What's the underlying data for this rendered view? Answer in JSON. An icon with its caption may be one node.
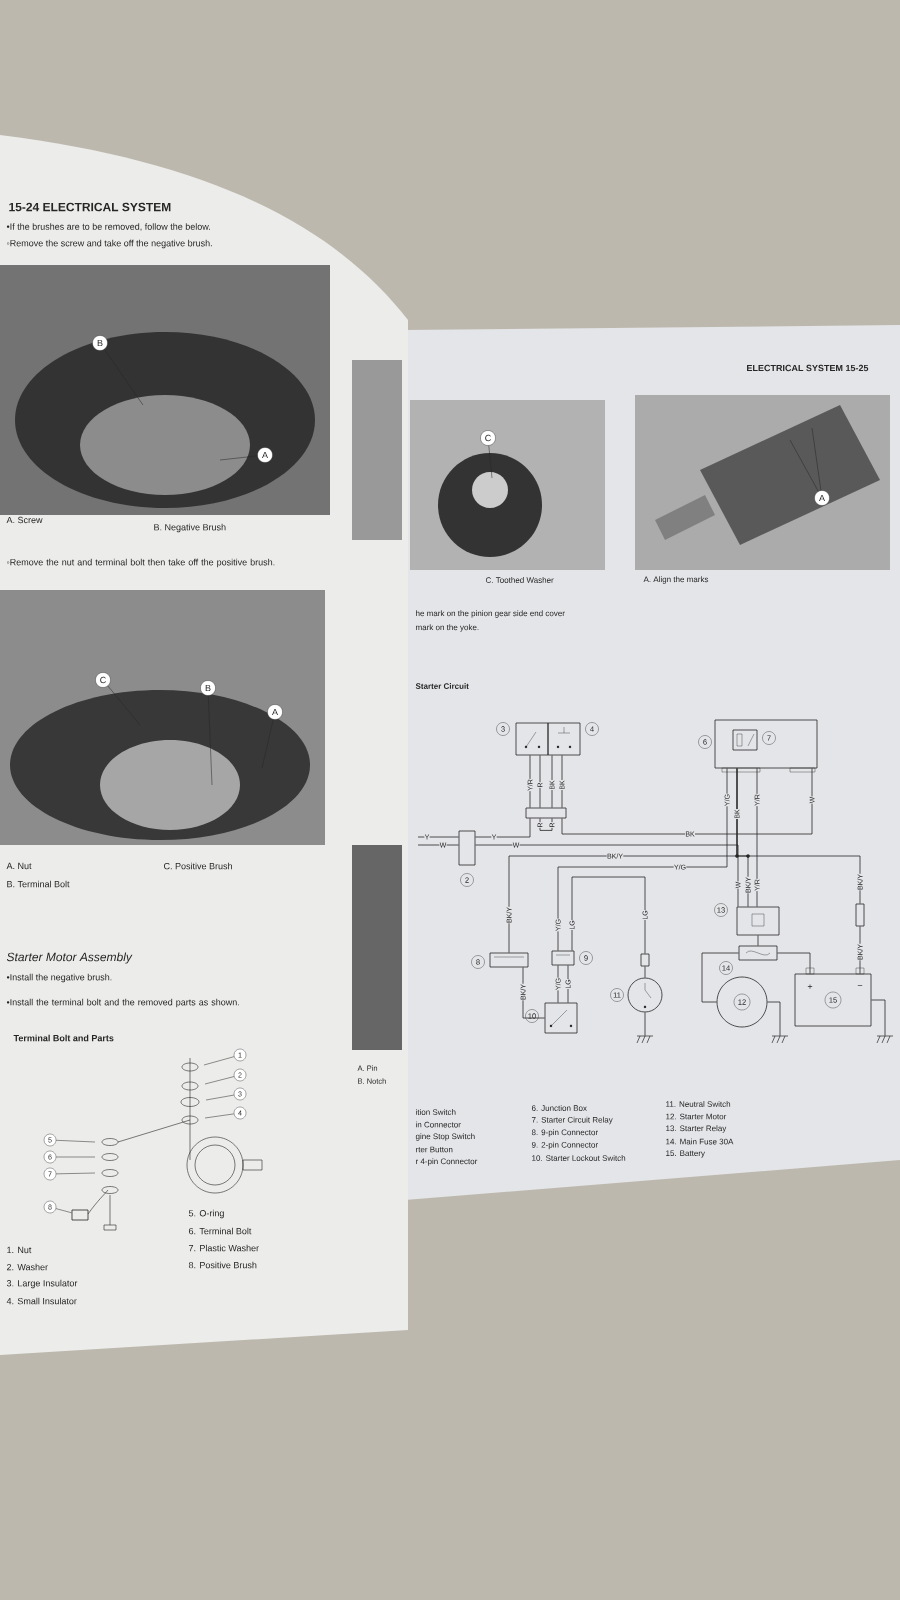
{
  "diagram": {
    "nodes": [
      {
        "text": [
          "B"
        ]
      },
      {
        "text": [
          "A"
        ]
      },
      {
        "text": [
          "C"
        ]
      },
      {
        "text": [
          "B"
        ]
      },
      {
        "text": [
          "A"
        ]
      },
      {
        "text": [
          "1"
        ]
      },
      {
        "text": [
          "2"
        ]
      },
      {
        "text": [
          "3"
        ]
      },
      {
        "text": [
          "4"
        ]
      },
      {
        "text": [
          "5"
        ]
      },
      {
        "text": [
          "6"
        ]
      },
      {
        "text": [
          "7"
        ]
      },
      {
        "text": [
          "8"
        ]
      },
      {
        "text": [
          "C"
        ]
      },
      {
        "text": [
          "A"
        ]
      },
      {
        "text": [],
        "shape": "box",
        "beside": [
          "3"
        ]
      },
      {
        "text": [],
        "shape": "box",
        "beside": [
          "4"
        ]
      },
      {
        "text": [],
        "shape": "box"
      },
      {
        "text": [],
        "shape": "box",
        "beside": [
          "2"
        ]
      },
      {
        "text": [],
        "shape": "box",
        "beside": [
          "6"
        ]
      },
      {
        "text": [],
        "shape": "box",
        "beside": [
          "7"
        ],
        "in": 19
      },
      {
        "text": [],
        "shape": "box",
        "beside": [
          "8"
        ]
      },
      {
        "text": [],
        "shape": "box",
        "beside": [
          "9"
        ]
      },
      {
        "text": [],
        "shape": "box",
        "beside": [
          "10"
        ]
      },
      {
        "text": [],
        "shape": "box"
      },
      {
        "text": [],
        "shape": "circle",
        "beside": [
          "11"
        ]
      },
      {
        "text": [],
        "shape": "box",
        "beside": [
          "13"
        ]
      },
      {
        "text": [],
        "shape": "box",
        "beside": [
          "14"
        ]
      },
      {
        "text": [
          "12"
        ]
      },
      {
        "text": [],
        "shape": "box"
      },
      {
        "text": [
          "+",
          "−",
          "15"
        ]
      },
      {
        "text": [],
        "shape": "ground"
      },
      {
        "text": [],
        "shape": "ground"
      },
      {
        "text": [],
        "shape": "ground"
      },
      {
        "text": [],
        "shape": "box"
      }
    ],
    "edges": [
      {
        "from": 0,
        "to": null,
        "arrow": "none"
      },
      {
        "from": 1,
        "to": null,
        "arrow": "none"
      },
      {
        "from": 2,
        "to": null,
        "arrow": "none"
      },
      {
        "from": 3,
        "to": null,
        "arrow": "none"
      },
      {
        "from": 4,
        "to": null,
        "arrow": "none"
      },
      {
        "from": 5,
        "to": null,
        "arrow": "none"
      },
      {
        "from": 6,
        "to": null,
        "arrow": "none"
      },
      {
        "from": 7,
        "to": null,
        "arrow": "none"
      },
      {
        "from": 8,
        "to": null,
        "arrow": "none"
      },
      {
        "from": 9,
        "to": null,
        "arrow": "none"
      },
      {
        "from": 10,
        "to": null,
        "arrow": "none"
      },
      {
        "from": 11,
        "to": null,
        "arrow": "none"
      },
      {
        "from": 12,
        "to": 34,
        "arrow": "none"
      },
      {
        "from": 13,
        "to": null,
        "arrow": "none"
      },
      {
        "from": 14,
        "to": null,
        "arrow": "none"
      },
      {
        "from": 14,
        "to": null,
        "arrow": "none"
      },
      {
        "from": null,
        "to": 18,
        "arrow": "none",
        "label": "Y"
      },
      {
        "from": null,
        "to": 18,
        "arrow": "none",
        "label": "W"
      },
      {
        "from": 18,
        "to": 17,
        "arrow": "none",
        "label": "Y"
      },
      {
        "from": 15,
        "to": 17,
        "arrow": "none",
        "label": "Y/R"
      },
      {
        "from": 15,
        "to": 17,
        "arrow": "none",
        "label": "R"
      },
      {
        "from": 16,
        "to": 17,
        "arrow": "none",
        "label": "BK"
      },
      {
        "from": 16,
        "to": 17,
        "arrow": "none",
        "label": "BK"
      },
      {
        "from": 17,
        "to": 19,
        "arrow": "none",
        "label": "BK"
      },
      {
        "from": 18,
        "to": 26,
        "arrow": "none",
        "label": "W"
      },
      {
        "from": 19,
        "to": 21,
        "arrow": "none",
        "label": "BK/Y"
      },
      {
        "from": 19,
        "to": 22,
        "arrow": "none",
        "label": "Y/G"
      },
      {
        "from": 19,
        "to": 26,
        "arrow": "none",
        "label": "Y/R"
      },
      {
        "from": 22,
        "to": 23,
        "arrow": "none",
        "label": "Y/G"
      },
      {
        "from": 22,
        "to": 23,
        "arrow": "none",
        "label": "LG"
      },
      {
        "from": 21,
        "to": 23,
        "arrow": "none",
        "label": "BK/Y"
      },
      {
        "from": 22,
        "to": 24,
        "arrow": "none",
        "label": "LG"
      },
      {
        "from": 24,
        "to": 25,
        "arrow": "none"
      },
      {
        "from": 26,
        "to": 27,
        "arrow": "none"
      },
      {
        "from": 27,
        "to": 30,
        "arrow": "none"
      },
      {
        "from": 27,
        "to": 28,
        "arrow": "none"
      },
      {
        "from": 19,
        "to": 29,
        "arrow": "none",
        "label": "BK/Y"
      },
      {
        "from": 29,
        "to": 30,
        "arrow": "none",
        "label": "BK/Y"
      },
      {
        "from": 25,
        "to": 31,
        "arrow": "none"
      },
      {
        "from": 28,
        "to": 32,
        "arrow": "none"
      },
      {
        "from": 30,
        "to": 33,
        "arrow": "none"
      },
      {
        "from": 19,
        "to": 26,
        "arrow": "none",
        "label": "BK/Y"
      },
      {
        "from": 17,
        "to": 17,
        "arrow": "none",
        "label": "R"
      }
    ],
    "labels": [
      "15-24 ELECTRICAL SYSTEM",
      "•If the brushes are to be removed, follow the below.",
      "◦Remove the screw and take off the negative brush.",
      "A. Screw",
      "B. Negative Brush",
      "◦Remove the nut and terminal bolt then take off the positive brush.",
      "A. Nut",
      "C. Positive Brush",
      "B. Terminal Bolt",
      "Starter Motor Assembly",
      "•Install the negative brush.",
      "•Install the terminal bolt and the removed parts as shown.",
      "Terminal Bolt and Parts",
      "1. Nut",
      "2. Washer",
      "3. Large Insulator",
      "4. Small Insulator",
      "5. O-ring",
      "6. Terminal Bolt",
      "7. Plastic Washer",
      "8. Positive Brush",
      "A. Pin",
      "B. Notch",
      "ELECTRICAL SYSTEM 15-25",
      "C. Toothed Washer",
      "A. Align the marks",
      "he mark on the pinion gear side end cover",
      "mark on the yoke.",
      "Starter Circuit",
      "R",
      "W",
      "Y/G",
      "BK",
      "Y/R",
      "W",
      "BK/Y",
      "Y/G",
      "LG",
      "ition Switch",
      "in Connector",
      "gine Stop Switch",
      "rter Button",
      "r 4-pin Connector",
      "6. Junction Box",
      "7. Starter Circuit Relay",
      "8. 9-pin Connector",
      "9. 2-pin Connector",
      "10. Starter Lockout Switch",
      "11. Neutral Switch",
      "12. Starter Motor",
      "13. Starter Relay",
      "14. Main Fuse 30A",
      "15. Battery"
    ]
  }
}
